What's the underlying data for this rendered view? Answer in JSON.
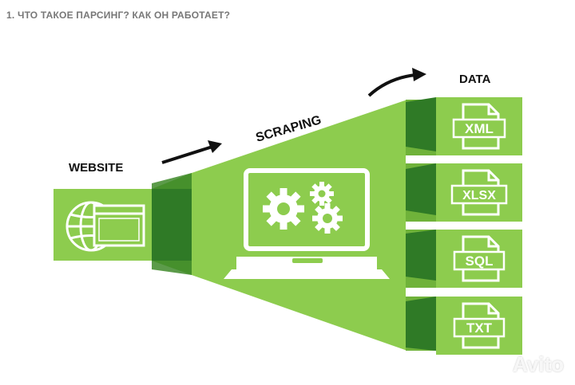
{
  "heading": "1. ЧТО ТАКОЕ ПАРСИНГ? КАК ОН РАБОТАЕТ?",
  "labels": {
    "website": "WEBSITE",
    "scraping": "SCRAPING",
    "data": "DATA"
  },
  "formats": [
    "XML",
    "XLSX",
    "SQL",
    "TXT"
  ],
  "watermark": "Avito",
  "colors": {
    "green_light": "#8dcc4e",
    "green_mid": "#6fb23a",
    "green_dark": "#3f8a2a",
    "green_darker": "#2f7a26",
    "white": "#ffffff",
    "text": "#111111"
  },
  "icons": [
    "globe-icon",
    "browser-window-icon",
    "laptop-icon",
    "gears-icon",
    "file-icon",
    "arrow-icon"
  ]
}
